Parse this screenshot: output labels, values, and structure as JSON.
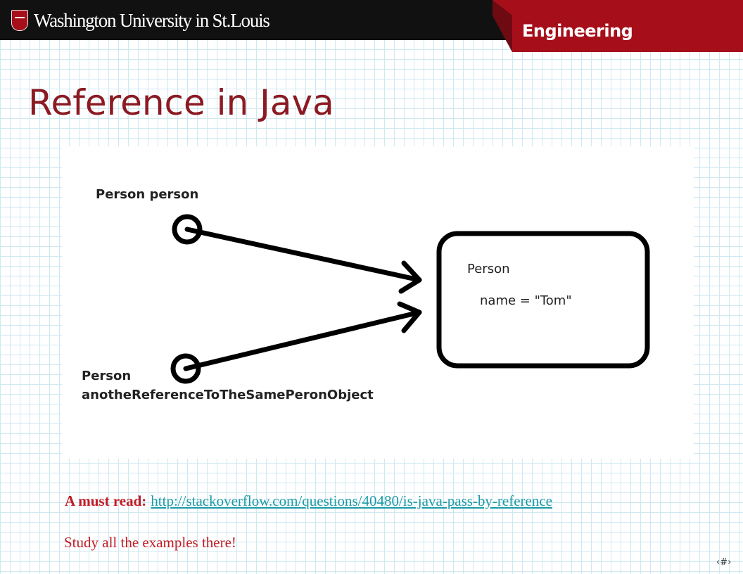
{
  "header": {
    "university_name": "Washington University in St.Louis",
    "department": "Engineering",
    "logo_icon": "university-shield-icon"
  },
  "slide": {
    "title": "Reference in Java",
    "slide_number": "‹#›"
  },
  "figure": {
    "reference_one_label": "Person person",
    "reference_two_label_line1": "Person",
    "reference_two_label_line2": "anotheReferenceToTheSamePeronObject",
    "object_class_label": "Person",
    "object_field": "name = \"Tom\""
  },
  "footer": {
    "must_read_label": "A must read:",
    "must_read_link": "http://stackoverflow.com/questions/40480/is-java-pass-by-reference",
    "study_note": "Study all the examples there!"
  },
  "colors": {
    "header_dark": "#111111",
    "header_red": "#a60f1a",
    "title": "#8b1a22",
    "note_red": "#c11c24",
    "link": "#1a9aa6",
    "grid": "#cfe8f2"
  }
}
